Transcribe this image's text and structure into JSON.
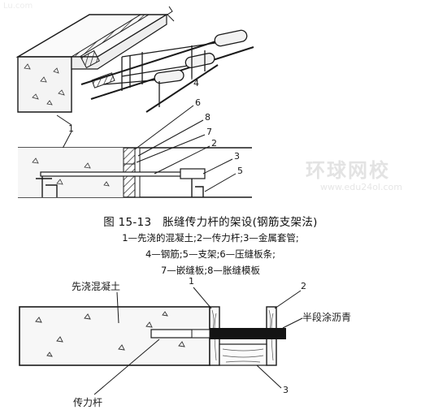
{
  "figure": {
    "title": "图 15-13　胀缝传力杆的架设(钢筋支架法)",
    "legend_line1": "1—先浇的混凝土;2—传力杆;3—金属套管;",
    "legend_line2": "4—钢筋;5—支架;6—压缝板条;",
    "legend_line3": "7—嵌缝板;8—胀缝模板"
  },
  "upper_callouts": {
    "n1": "1",
    "n2": "2",
    "n3": "3",
    "n4": "4",
    "n5": "5",
    "n6": "6",
    "n7": "7",
    "n8": "8"
  },
  "lower_diagram": {
    "concrete_label": "先浇混凝土",
    "asphalt_label": "半段涂沥青",
    "dowel_label": "传力杆",
    "n1": "1",
    "n2": "2",
    "n3": "3"
  },
  "watermark": {
    "brand": "环球网校",
    "url": "www.edu24ol.com",
    "url_top": "Lu.com"
  },
  "colors": {
    "ink": "#1a1a1a",
    "background": "#ffffff",
    "watermark": "#e3e3e3"
  }
}
